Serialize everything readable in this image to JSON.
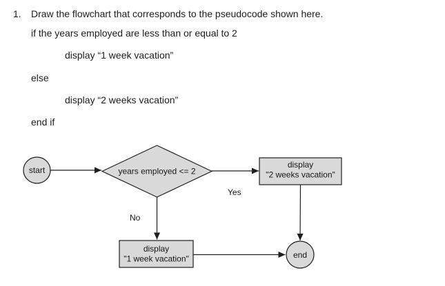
{
  "exercise": {
    "number": "1.",
    "prompt": "Draw the flowchart that corresponds to the pseudocode shown here.",
    "pseudocode": [
      "if the years employed are less than or equal to 2",
      "display “1 week vacation”",
      "else",
      "display “2 weeks vacation”",
      "end if"
    ]
  },
  "flowchart": {
    "start_label": "start",
    "decision_label": "years employed <= 2",
    "yes_label": "Yes",
    "no_label": "No",
    "yes_box": [
      "display",
      "\"2 weeks vacation\""
    ],
    "no_box": [
      "display",
      "\"1 week vacation\""
    ],
    "end_label": "end",
    "colors": {
      "shape_fill": "#d9d9d9",
      "shape_stroke": "#1f1f1f",
      "connector": "#1f1f1f",
      "text_color": "#161616"
    }
  }
}
